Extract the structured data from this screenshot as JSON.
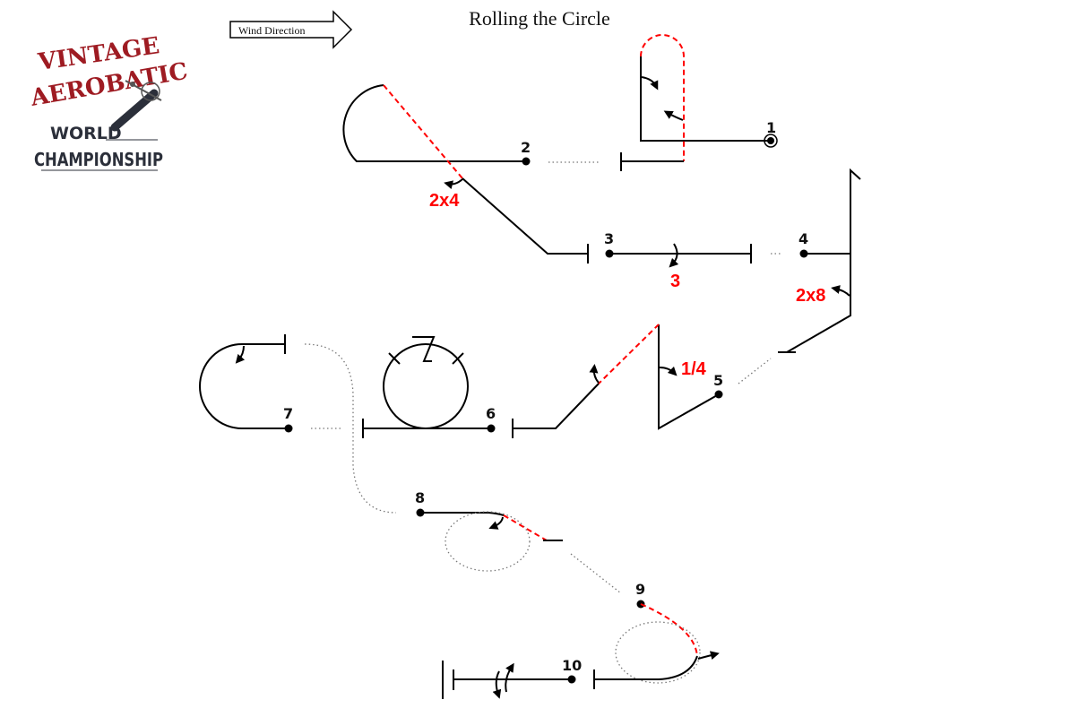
{
  "title": "Rolling the Circle",
  "wind": {
    "label": "Wind Direction",
    "direction": "right"
  },
  "logo": {
    "line1": "VINTAGE",
    "line2": "AEROBATIC",
    "line3": "WORLD",
    "line4": "CHAMPIONSHIP",
    "icon": "biplane-icon"
  },
  "figures": [
    {
      "number": "1",
      "roll_label": ""
    },
    {
      "number": "2",
      "roll_label": "2x4"
    },
    {
      "number": "3",
      "roll_label": "3"
    },
    {
      "number": "4",
      "roll_label": "2x8"
    },
    {
      "number": "5",
      "roll_label": "1/4"
    },
    {
      "number": "6",
      "roll_label": ""
    },
    {
      "number": "7",
      "roll_label": ""
    },
    {
      "number": "8",
      "roll_label": ""
    },
    {
      "number": "9",
      "roll_label": ""
    },
    {
      "number": "10",
      "roll_label": ""
    }
  ],
  "colors": {
    "line": "#000000",
    "roll": "#ff0000",
    "connector": "#777777"
  }
}
